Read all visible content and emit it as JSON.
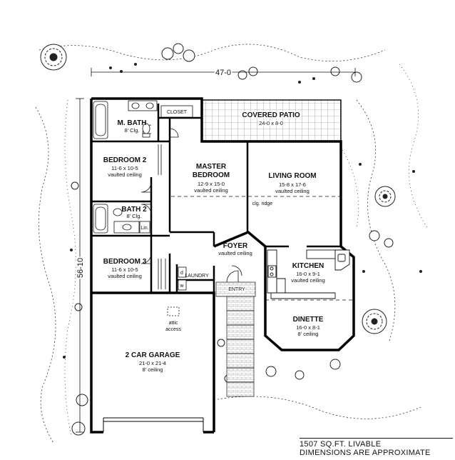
{
  "dimensions": {
    "width": "47-0",
    "depth": "56-10"
  },
  "rooms": {
    "m_bath": {
      "name": "M. BATH",
      "size": "8' Clg."
    },
    "closet": {
      "name": "CLOSET"
    },
    "covered_patio": {
      "name": "COVERED PATIO",
      "size": "24-0 x 8-0"
    },
    "bedroom2": {
      "name": "BEDROOM 2",
      "size": "11-6 x 10-5",
      "ceiling": "vaulted ceiling"
    },
    "master_bedroom": {
      "name1": "MASTER",
      "name2": "BEDROOM",
      "size": "12-9 x 15-0",
      "ceiling": "vaulted ceiling"
    },
    "living_room": {
      "name": "LIVING ROOM",
      "size": "15-8 x 17-6",
      "ceiling": "vaulted ceiling"
    },
    "bath2": {
      "name": "BATH 2",
      "size": "8' Clg.",
      "linen": "Lin."
    },
    "foyer": {
      "name": "FOYER",
      "ceiling": "vaulted ceiling"
    },
    "kitchen": {
      "name": "KITCHEN",
      "size": "16-0 x 9-1",
      "ceiling": "vaulted ceiling"
    },
    "bedroom3": {
      "name": "BEDROOM 3",
      "size": "11-6 x 10-5",
      "ceiling": "vaulted ceiling"
    },
    "laundry": {
      "name": "LAUNDRY"
    },
    "entry": {
      "name": "ENTRY"
    },
    "dinette": {
      "name": "DINETTE",
      "size": "16-0 x 8-1",
      "ceiling": "8' ceiling"
    },
    "garage": {
      "name": "2 CAR GARAGE",
      "size": "21-0 x 21-4",
      "ceiling": "8' ceiling",
      "attic1": "attic",
      "attic2": "access"
    }
  },
  "annotations": {
    "ridge": "clg. ridge",
    "w": "w",
    "d": "d"
  },
  "footer": {
    "line1": "1507 SQ.FT. LIVABLE",
    "line2": "DIMENSIONS ARE APPROXIMATE"
  }
}
